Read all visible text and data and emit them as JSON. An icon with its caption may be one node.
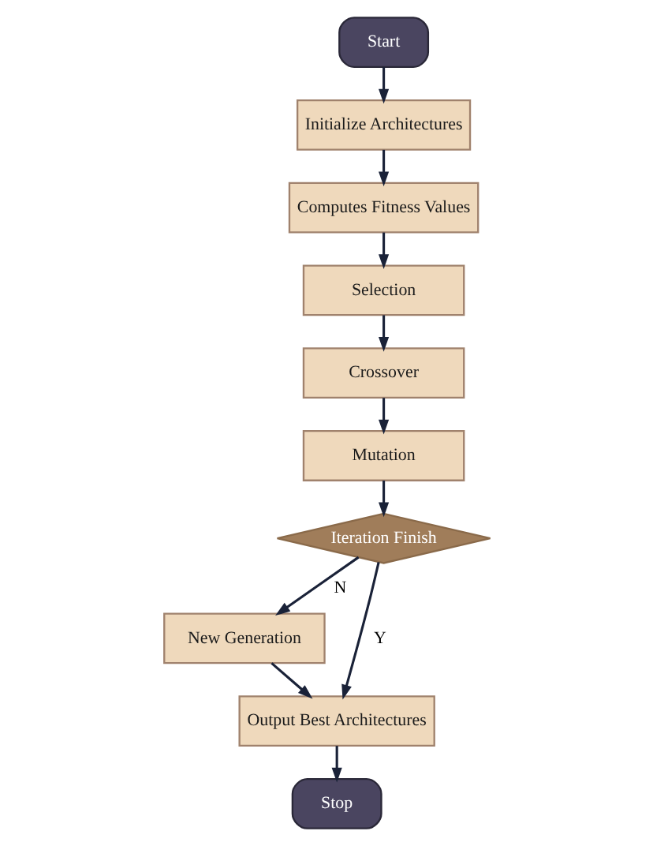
{
  "diagram": {
    "nodes": [
      {
        "text": [
          "Start"
        ]
      },
      {
        "text": [
          "Initialize Architectures"
        ]
      },
      {
        "text": [
          "Computes Fitness Values"
        ]
      },
      {
        "text": [
          "Selection"
        ]
      },
      {
        "text": [
          "Crossover"
        ]
      },
      {
        "text": [
          "Mutation"
        ]
      },
      {
        "text": [
          "Iteration Finish"
        ]
      },
      {
        "text": [
          "New Generation"
        ]
      },
      {
        "text": [
          "Output Best Architectures"
        ]
      },
      {
        "text": [
          "Stop"
        ]
      }
    ],
    "edges": [
      {
        "from": 0,
        "to": 1,
        "arrow": "to"
      },
      {
        "from": 1,
        "to": 2,
        "arrow": "to"
      },
      {
        "from": 2,
        "to": 3,
        "arrow": "to"
      },
      {
        "from": 3,
        "to": 4,
        "arrow": "to"
      },
      {
        "from": 4,
        "to": 5,
        "arrow": "to"
      },
      {
        "from": 5,
        "to": 6,
        "arrow": "to"
      },
      {
        "from": 6,
        "to": 7,
        "label": "N",
        "arrow": "to"
      },
      {
        "from": 7,
        "to": 8,
        "arrow": "to"
      },
      {
        "from": 8,
        "to": 9,
        "arrow": "to"
      },
      {
        "from": 6,
        "to": 8,
        "label": "Y",
        "arrow": "to"
      }
    ]
  }
}
